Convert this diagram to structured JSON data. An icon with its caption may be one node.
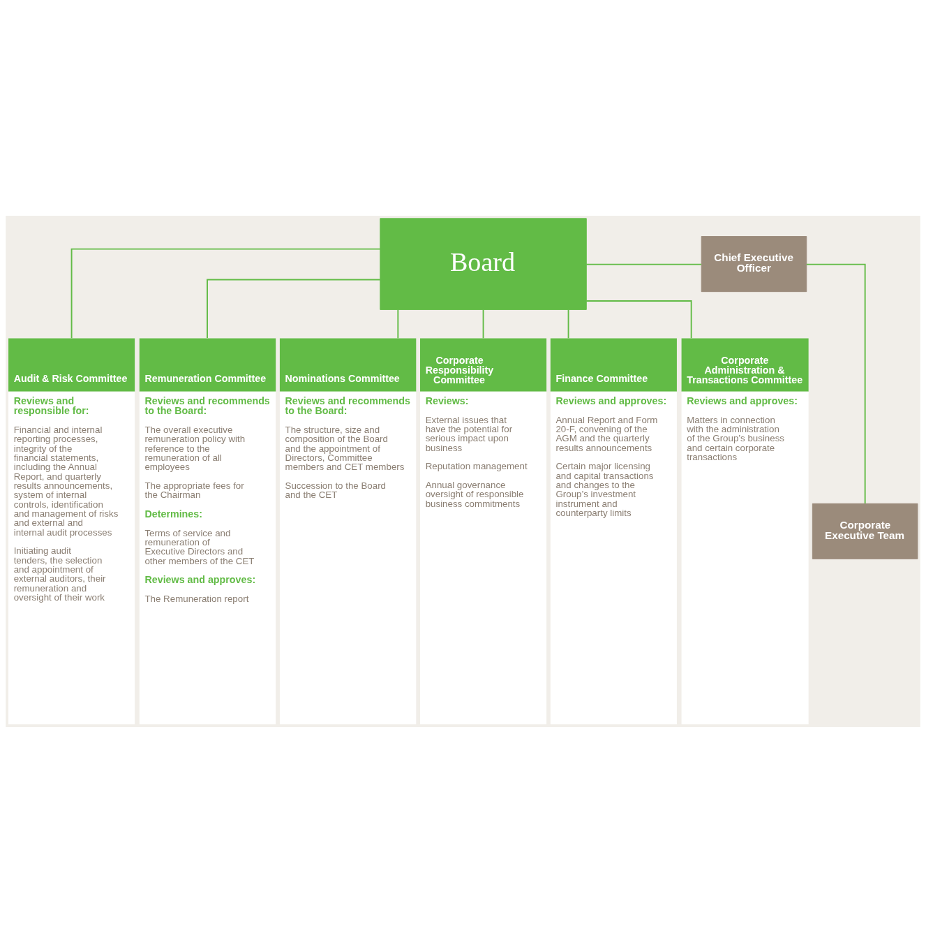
{
  "diagram": {
    "nodes": [
      {
        "text": [
          "Board"
        ]
      },
      {
        "text": [
          "Chief Executive Officer"
        ]
      },
      {
        "text": [
          "Corporate Executive Team"
        ]
      },
      {
        "text": [
          "Audit & Risk Committee",
          "Reviews and responsible for:",
          "Financial and internal reporting processes, integrity of the financial statements, including the Annual Report, and quarterly results announcements, system of internal controls, identification and management of risks and external and internal audit processes",
          "Initiating audit tenders, the selection and appointment of external auditors, their remuneration and oversight of their work"
        ]
      },
      {
        "text": [
          "Remuneration Committee",
          "Reviews and recommends to the Board:",
          "The overall executive remuneration policy with reference to the remuneration of all employees",
          "The appropriate fees for the Chairman",
          "Determines:",
          "Terms of service and remuneration of Executive Directors and other members of the CET",
          "Reviews and approves:",
          "The Remuneration report"
        ]
      },
      {
        "text": [
          "Nominations Committee",
          "Reviews and recommends to the Board:",
          "The structure, size and composition of the Board and the appointment of Directors, Committee members and CET members",
          "Succession to the Board and the CET"
        ]
      },
      {
        "text": [
          "Corporate Responsibility Committee",
          "Reviews:",
          "External issues that have the potential for serious impact upon business",
          "Reputation management",
          "Annual governance oversight of responsible business commitments"
        ]
      },
      {
        "text": [
          "Finance Committee",
          "Reviews and approves:",
          "Annual Report and Form 20-F, convening of the AGM and the quarterly results announcements",
          "Certain major licensing and capital transactions and changes to the Group’s investment instrument and counterparty limits"
        ]
      },
      {
        "text": [
          "Corporate Administration & Transactions Committee",
          "Reviews and approves:",
          "Matters in connection with the administration of the Group’s business and certain corporate transactions"
        ]
      }
    ],
    "edges": [
      {
        "from": 0,
        "to": 1,
        "arrow": "none"
      },
      {
        "from": 1,
        "to": 2,
        "arrow": "none"
      },
      {
        "from": 0,
        "to": 3,
        "arrow": "none"
      },
      {
        "from": 0,
        "to": 4,
        "arrow": "none"
      },
      {
        "from": 0,
        "to": 5,
        "arrow": "none"
      },
      {
        "from": 0,
        "to": 6,
        "arrow": "none"
      },
      {
        "from": 0,
        "to": 7,
        "arrow": "none"
      },
      {
        "from": 0,
        "to": 8,
        "arrow": "none"
      }
    ]
  }
}
